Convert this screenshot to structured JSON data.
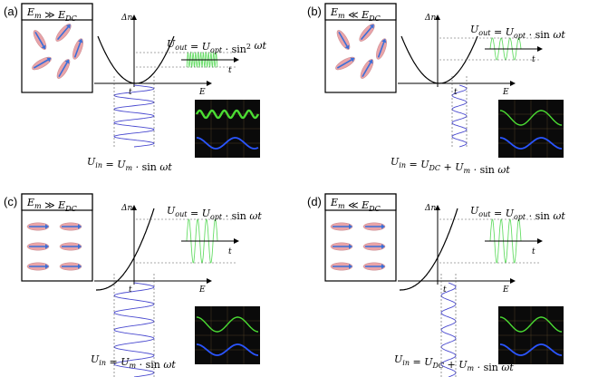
{
  "panels": [
    {
      "label": "(a)",
      "box_title": "E_m ≫ E_DC",
      "molecules": "random",
      "curve": "parabola",
      "out_eq": "U_out = U_opt · sin² ωt",
      "in_eq": "U_in = U_m · sin ωt",
      "scope": "doubled"
    },
    {
      "label": "(b)",
      "box_title": "E_m ≪ E_DC",
      "molecules": "random",
      "curve": "parabola",
      "out_eq": "U_out = U_opt · sin ωt",
      "in_eq": "U_in = U_DC + U_m · sin ωt",
      "scope": "same"
    },
    {
      "label": "(c)",
      "box_title": "E_m ≫ E_DC",
      "molecules": "aligned",
      "curve": "steep",
      "out_eq": "U_out = U_opt · sin ωt",
      "in_eq": "U_in = U_m · sin ωt",
      "scope": "same"
    },
    {
      "label": "(d)",
      "box_title": "E_m ≪ E_DC",
      "molecules": "aligned",
      "curve": "steep",
      "out_eq": "U_out = U_opt · sin ωt",
      "in_eq": "U_in = U_DC + U_m · sin ωt",
      "scope": "same"
    }
  ],
  "axis": {
    "y": "Δn",
    "x": "E",
    "t": "t"
  },
  "colors": {
    "input_wave": "#4a4ad0",
    "output_wave": "#66dd66",
    "molecule_body": "#e9a3a8",
    "molecule_arrow": "#3a6fd8",
    "scope_bg": "#0a0a0a",
    "scope_green": "#4bdc33",
    "scope_blue": "#2a55ff",
    "scope_grid": "#5a4a2a"
  }
}
